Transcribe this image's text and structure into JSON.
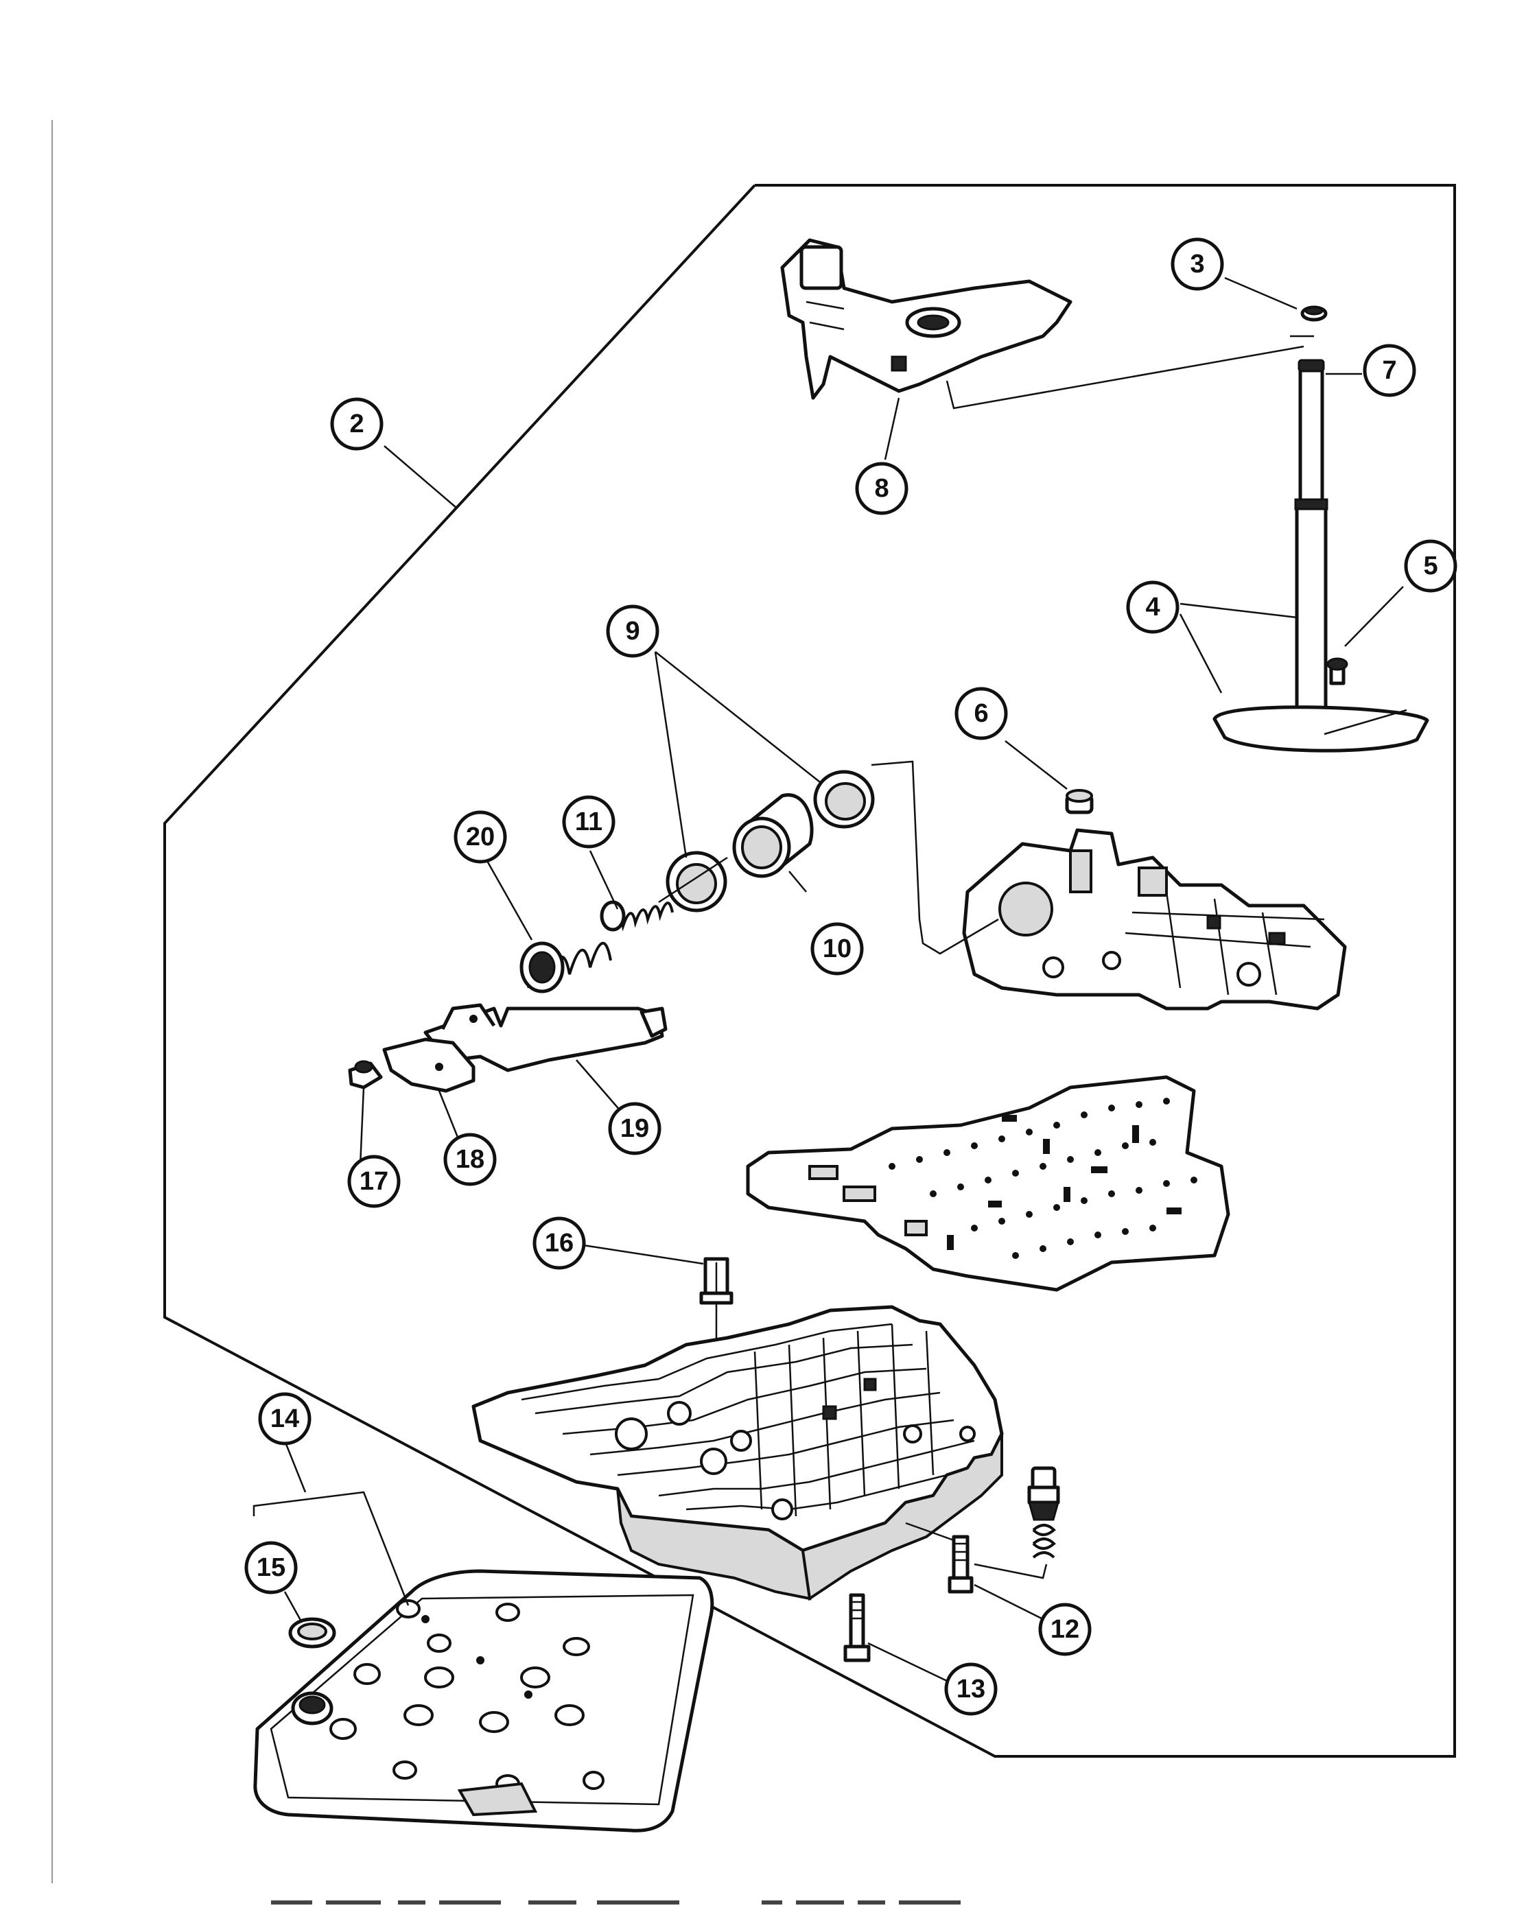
{
  "diagram": {
    "type": "exploded-parts-diagram",
    "callouts": [
      {
        "id": "c2",
        "label": "2"
      },
      {
        "id": "c3",
        "label": "3"
      },
      {
        "id": "c4",
        "label": "4"
      },
      {
        "id": "c5",
        "label": "5"
      },
      {
        "id": "c6",
        "label": "6"
      },
      {
        "id": "c7",
        "label": "7"
      },
      {
        "id": "c8",
        "label": "8"
      },
      {
        "id": "c9",
        "label": "9"
      },
      {
        "id": "c10",
        "label": "10"
      },
      {
        "id": "c11",
        "label": "11"
      },
      {
        "id": "c12",
        "label": "12"
      },
      {
        "id": "c13",
        "label": "13"
      },
      {
        "id": "c14",
        "label": "14"
      },
      {
        "id": "c15",
        "label": "15"
      },
      {
        "id": "c16",
        "label": "16"
      },
      {
        "id": "c17",
        "label": "17"
      },
      {
        "id": "c18",
        "label": "18"
      },
      {
        "id": "c19",
        "label": "19"
      },
      {
        "id": "c20",
        "label": "20"
      }
    ]
  }
}
